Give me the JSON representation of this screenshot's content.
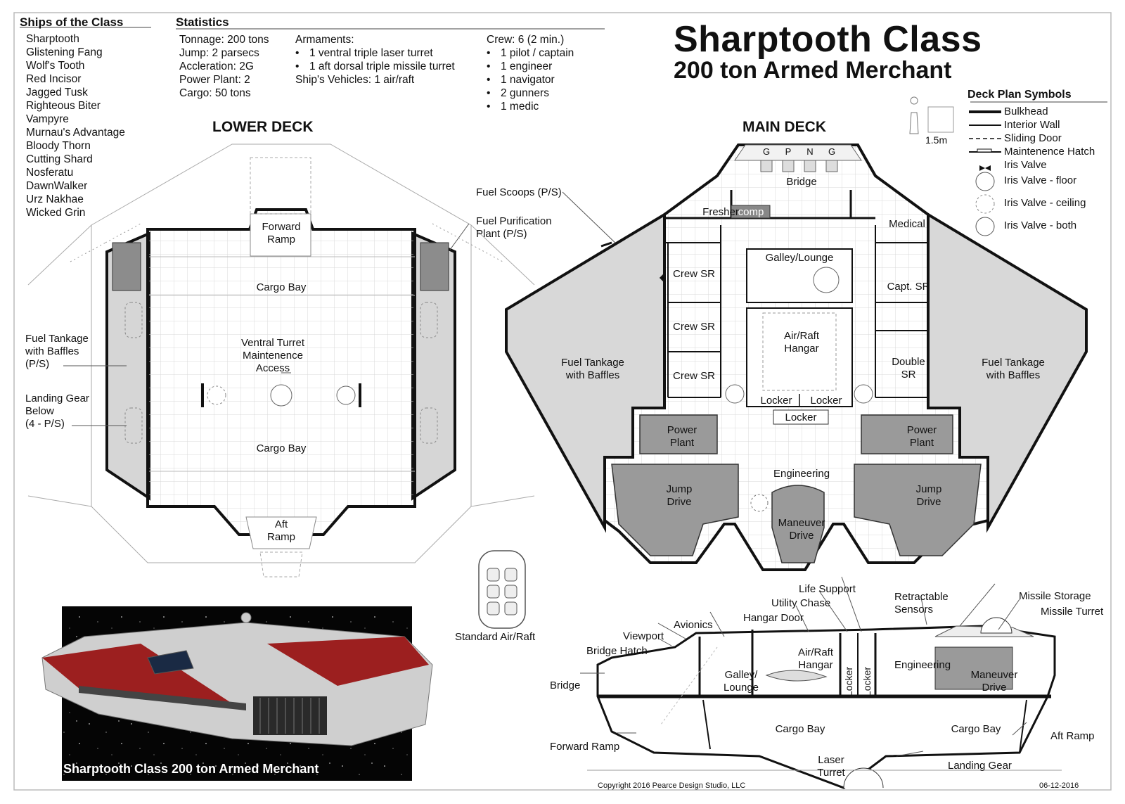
{
  "ships": {
    "heading": "Ships of the Class",
    "names": [
      "Sharptooth",
      "Glistening Fang",
      "Wolf's Tooth",
      "Red Incisor",
      "Jagged Tusk",
      "Righteous Biter",
      "Vampyre",
      "Murnau's Advantage",
      "Bloody Thorn",
      "Cutting Shard",
      "Nosferatu",
      "DawnWalker",
      "Urz Nakhae",
      "Wicked Grin"
    ]
  },
  "stats": {
    "heading": "Statistics",
    "basic": [
      "Tonnage: 200 tons",
      "Jump: 2 parsecs",
      "Accleration: 2G",
      "Power Plant: 2",
      "Cargo: 50 tons"
    ],
    "armaments_heading": "Armaments:",
    "armaments": [
      "1 ventral triple laser turret",
      "1 aft dorsal triple missile turret"
    ],
    "vehicles": "Ship's Vehicles: 1 air/raft",
    "crew_heading": "Crew: 6 (2 min.)",
    "crew": [
      "1 pilot / captain",
      "1 engineer",
      "1 navigator",
      "2 gunners",
      "1 medic"
    ]
  },
  "title": {
    "line1": "Sharptooth Class",
    "line2": "200 ton Armed Merchant"
  },
  "symbols": {
    "heading": "Deck Plan Symbols",
    "scale": "1.5m",
    "items": [
      "Bulkhead",
      "Interior Wall",
      "Sliding Door",
      "Maintenence Hatch",
      "Iris Valve",
      "Iris Valve - floor",
      "Iris Valve - ceiling",
      "Iris Valve - both"
    ]
  },
  "lower_deck": {
    "heading": "LOWER DECK",
    "forward_ramp": [
      "Forward",
      "Ramp"
    ],
    "cargo_bay": "Cargo Bay",
    "turret_access": [
      "Ventral Turret",
      "Maintenence",
      "Access"
    ],
    "aft_ramp": [
      "Aft",
      "Ramp"
    ],
    "fuel_tankage": [
      "Fuel Tankage",
      "with Baffles",
      "(P/S)"
    ],
    "landing_gear": [
      "Landing Gear",
      "Below",
      "(4 - P/S)"
    ]
  },
  "callouts": {
    "fuel_scoops": "Fuel Scoops (P/S)",
    "fuel_purification": [
      "Fuel Purification",
      "Plant (P/S)"
    ]
  },
  "main_deck": {
    "heading": "MAIN DECK",
    "stations": [
      "G",
      "P",
      "N",
      "G"
    ],
    "bridge": "Bridge",
    "fresher": "Fresher",
    "comp": "comp",
    "medical": "Medical",
    "galley": "Galley/Lounge",
    "crew_sr": "Crew SR",
    "capt_sr": "Capt. SR",
    "double_sr": [
      "Double",
      "SR"
    ],
    "hangar": [
      "Air/Raft",
      "Hangar"
    ],
    "locker": "Locker",
    "fuel_tankage": [
      "Fuel Tankage",
      "with Baffles"
    ],
    "power_plant": [
      "Power",
      "Plant"
    ],
    "jump_drive": [
      "Jump",
      "Drive"
    ],
    "engineering": "Engineering",
    "maneuver_drive": [
      "Maneuver",
      "Drive"
    ]
  },
  "air_raft": {
    "label": "Standard Air/Raft"
  },
  "render": {
    "caption": "Sharptooth Class 200 ton Armed Merchant"
  },
  "profile": {
    "life_support": "Life Support",
    "utility_chase": "Utility Chase",
    "hangar_door": "Hangar Door",
    "avionics": "Avionics",
    "viewport": "Viewport",
    "bridge_hatch": "Bridge Hatch",
    "bridge": "Bridge",
    "retractable_sensors": [
      "Retractable",
      "Sensors"
    ],
    "missile_storage": "Missile Storage",
    "missile_turret": "Missile Turret",
    "galley": [
      "Galley/",
      "Lounge"
    ],
    "hangar": [
      "Air/Raft",
      "Hangar"
    ],
    "locker": "Locker",
    "engineering": "Engineering",
    "maneuver": [
      "Maneuver",
      "Drive"
    ],
    "cargo_bay": "Cargo Bay",
    "forward_ramp": "Forward Ramp",
    "aft_ramp": "Aft Ramp",
    "laser_turret": [
      "Laser",
      "Turret"
    ],
    "landing_gear": "Landing Gear"
  },
  "footer": {
    "copyright": "Copyright 2016 Pearce Design Studio, LLC",
    "date": "06-12-2016"
  }
}
